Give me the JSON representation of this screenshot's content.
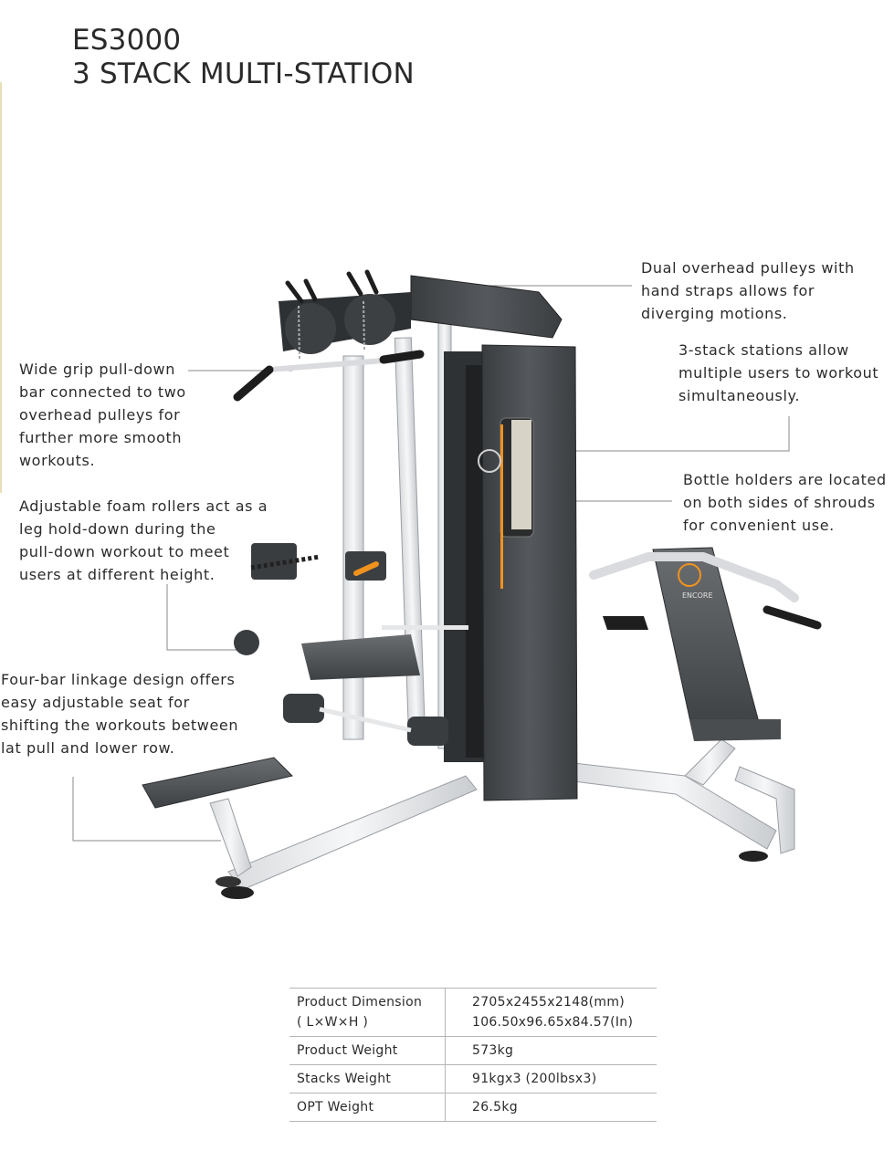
{
  "header": {
    "model": "ES3000",
    "product_name": "3 STACK MULTI-STATION"
  },
  "brand": {
    "logo_text": "ENCORE",
    "accent_color": "#f0921e"
  },
  "callouts": {
    "pulleys": [
      "Dual overhead pulleys with",
      "hand straps allows for",
      "diverging motions."
    ],
    "stacks": [
      "3-stack stations allow",
      "multiple users to workout",
      "simultaneously."
    ],
    "bottle": [
      "Bottle holders are located",
      "on both sides of shrouds",
      "for convenient use."
    ],
    "pulldown": [
      "Wide grip pull-down",
      "bar connected to two",
      "overhead pulleys for",
      "further more smooth",
      "workouts."
    ],
    "rollers": [
      "Adjustable foam rollers act as a",
      "leg hold-down during the",
      "pull-down workout to meet",
      "users at different height."
    ],
    "linkage": [
      "Four-bar linkage design offers",
      "easy adjustable seat for",
      "shifting the workouts between",
      "lat pull and lower row."
    ]
  },
  "specs": [
    {
      "label": [
        "Product Dimension",
        "( L×W×H )"
      ],
      "value": [
        "2705x2455x2148(mm)",
        "106.50x96.65x84.57(In)"
      ]
    },
    {
      "label": [
        "Product Weight"
      ],
      "value": [
        "573kg"
      ]
    },
    {
      "label": [
        "Stacks Weight"
      ],
      "value": [
        "91kgx3 (200lbsx3)"
      ]
    },
    {
      "label": [
        "OPT Weight"
      ],
      "value": [
        "26.5kg"
      ]
    }
  ]
}
